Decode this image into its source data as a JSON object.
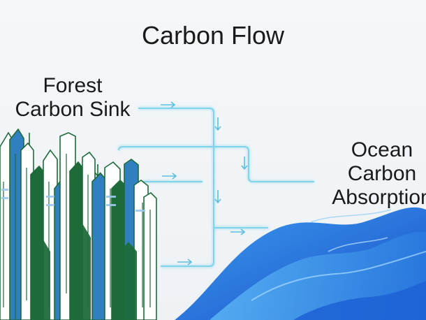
{
  "title": "Carbon Flow",
  "forest_label": [
    "Forest",
    "Carbon Sink"
  ],
  "ocean_label": [
    "Ocean",
    "Carbon",
    "Absorption"
  ],
  "colors": {
    "flow_line": "#7fd3ea",
    "forest_dark": "#1e6b3a",
    "forest_blue": "#2f7fc1",
    "ocean_deep": "#1e63d6",
    "ocean_light": "#4aa6ee"
  },
  "icons": [
    "forest-buildings-illustration",
    "ocean-waves-illustration",
    "flow-arrow-icon"
  ]
}
